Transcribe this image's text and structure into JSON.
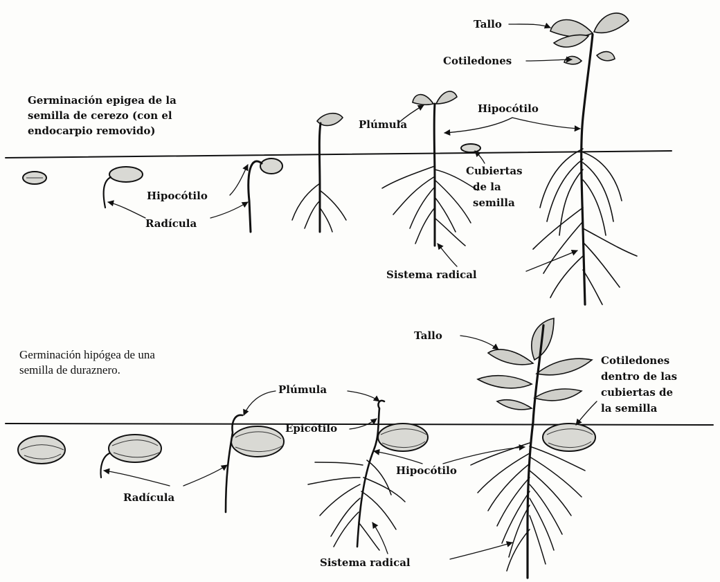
{
  "epigeal": {
    "caption_lines": [
      "Germinación epigea de la",
      "semilla de cerezo (con el",
      "endocarpio removido)"
    ],
    "labels": {
      "tallo": "Tallo",
      "cotiledones": "Cotiledones",
      "hipocotilo_upper": "Hipocótilo",
      "plumula": "Plúmula",
      "cubiertas_lines": [
        "Cubiertas",
        "de la",
        "semilla"
      ],
      "hipocotilo_lower": "Hipocótilo",
      "radicula": "Radícula",
      "sistema_radical": "Sistema  radical"
    }
  },
  "hypogeal": {
    "caption_lines": [
      "Germinación hipógea de una",
      "semilla de duraznero."
    ],
    "labels": {
      "tallo": "Tallo",
      "cotiledones_lines": [
        "Cotiledones",
        "dentro de las",
        "cubiertas de",
        "la  semilla"
      ],
      "plumula": "Plúmula",
      "epicotilo": "Epicótilo",
      "hipocotilo": "Hipocótilo",
      "radicula": "Radícula",
      "sistema_radical": "Sistema  radical"
    }
  }
}
